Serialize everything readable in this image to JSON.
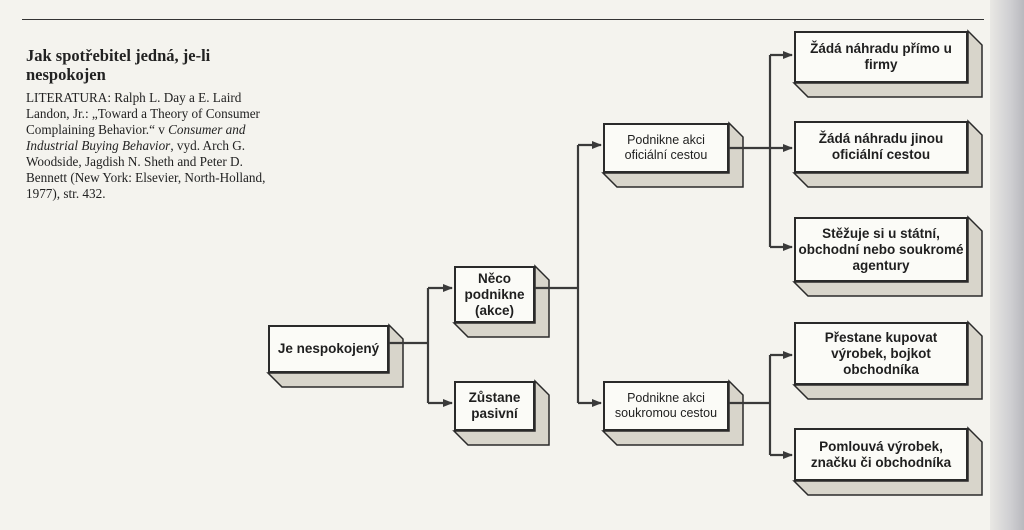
{
  "caption": {
    "title": "Jak spotřebitel jedná, je-li nespokojen",
    "ref_lead": "LITERATURA: Ralph L. Day a E. Laird Landon, Jr.: „Toward a Theory of Consumer Complaining Behavior.“ v ",
    "ref_book": "Consumer and Industrial Buying Behavior",
    "ref_tail": ", vyd. Arch G. Woodside, Jagdish N. Sheth and Peter D. Bennett (New York: Elsevier, North-Holland, 1977), str. 432."
  },
  "nodes": {
    "root": "Je nespokojený",
    "action": "Něco podnikne (akce)",
    "passive": "Zůstane pasivní",
    "official": "Podnikne akci oficiální cestou",
    "private": "Podnikne akci soukromou cestou",
    "compensation_firm": "Žádá náhradu přímo u firmy",
    "compensation_other": "Žádá náhradu jinou oficiální cestou",
    "complain_agency": "Stěžuje si u státní, obchodní nebo soukromé agentury",
    "stop_buying": "Přestane kupovat výrobek, bojkot obchodníka",
    "badmouth": "Pomlouvá výrobek, značku či obchodníka"
  },
  "colors": {
    "line": "#3a3a3a",
    "box_face": "#fbfbf7",
    "box_side": "#cfccc2",
    "box_bottom": "#dedbd2"
  }
}
